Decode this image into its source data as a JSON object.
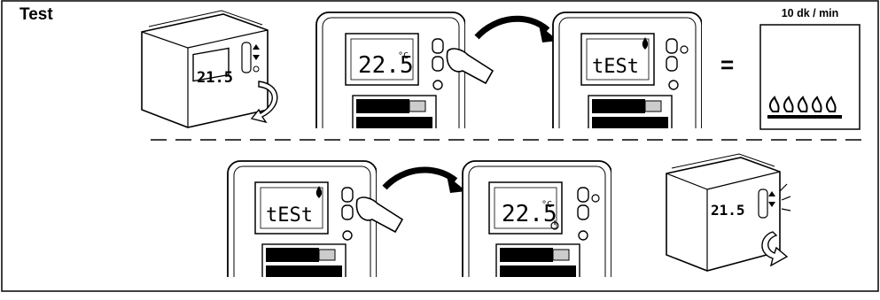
{
  "section": {
    "title": "Test"
  },
  "timer_box": {
    "label": "10 dk / min"
  },
  "equals_sign": "=",
  "steps_row1": [
    {
      "display": "21.5",
      "display_unit": "",
      "description": "thermostat opened"
    },
    {
      "display": "22.5",
      "display_unit": "°C",
      "description": "button pressed"
    },
    {
      "display": "tESt",
      "display_unit": "",
      "description": "test mode, flame shown"
    }
  ],
  "steps_row2": [
    {
      "display": "tESt",
      "display_unit": "",
      "description": "button pressed"
    },
    {
      "display": "22.5",
      "display_unit": "°C",
      "description": "normal display, standby symbol"
    },
    {
      "display": "21.5",
      "display_unit": "",
      "description": "thermostat closed"
    }
  ],
  "colors": {
    "line": "#000000",
    "battery_dark": "#000000",
    "battery_light": "#cccccc",
    "screen": "#ffffff"
  }
}
